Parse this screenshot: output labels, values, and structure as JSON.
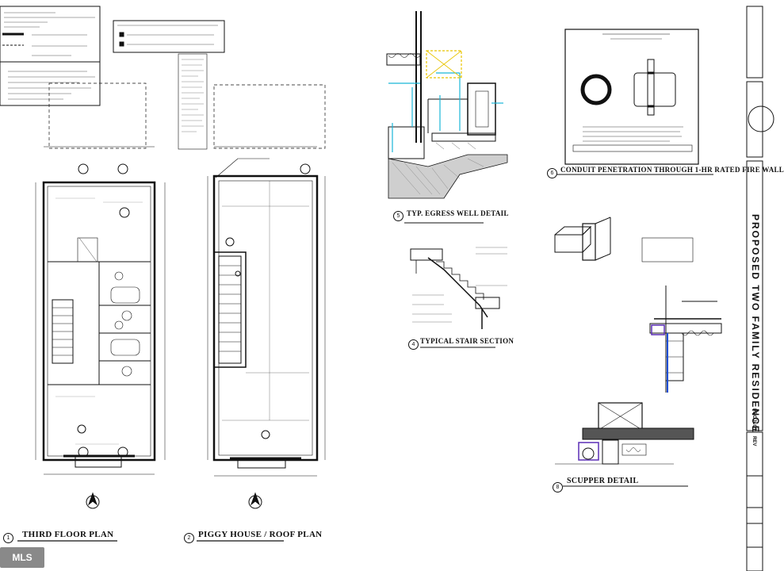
{
  "drawings": {
    "third_floor_plan": {
      "number": "1",
      "title": "THIRD FLOOR PLAN"
    },
    "piggy_house_roof_plan": {
      "number": "2",
      "title": "PIGGY HOUSE / ROOF PLAN"
    },
    "egress_well_detail": {
      "number": "5",
      "title": "TYP. EGRESS WELL DETAIL"
    },
    "stair_section": {
      "number": "4",
      "title": "TYPICAL STAIR SECTION"
    },
    "conduit_penetration": {
      "number": "6",
      "title": "CONDUIT PENETRATION THROUGH 1-HR RATED FIRE WALL"
    },
    "scupper_detail": {
      "number": "8",
      "title": "SCUPPER DETAIL"
    }
  },
  "title_block": {
    "project_name": "PROPOSED TWO FAMILY RESIDENCE",
    "project_label": "PROJECT",
    "revision_label": "REV"
  },
  "watermark": {
    "text": "MLS"
  },
  "colors": {
    "line": "#111111",
    "cyan": "#19b6d8",
    "yellow": "#e8c400",
    "purple": "#5b2fb5",
    "blue": "#1f4fd6"
  }
}
